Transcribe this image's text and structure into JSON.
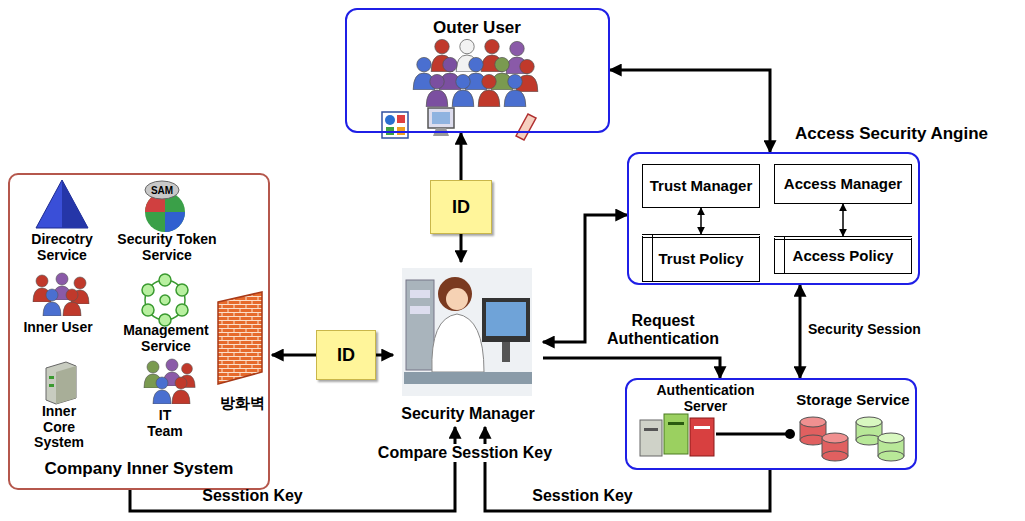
{
  "diagram": {
    "nodes": [
      {
        "text": [
          "Outer User"
        ]
      },
      {
        "text": [
          "Access Security Angine"
        ]
      },
      {
        "text": [
          "Trust Manager"
        ],
        "in": 1
      },
      {
        "text": [
          "Access Manager"
        ],
        "in": 1
      },
      {
        "text": [
          "Trust Policy"
        ],
        "in": 1
      },
      {
        "text": [
          "Access Policy"
        ],
        "in": 1
      },
      {
        "text": [
          "Company Inner System"
        ]
      },
      {
        "text": [
          "방화벽"
        ],
        "in": 6
      },
      {
        "text": [
          "ID"
        ]
      },
      {
        "text": [
          "ID"
        ]
      },
      {
        "text": [
          "Security Manager"
        ]
      },
      {
        "text": [
          "Authentication Server",
          "Storage Service"
        ]
      }
    ],
    "edges": [
      {
        "from": 8,
        "to": 0,
        "arrow": "to"
      },
      {
        "from": 8,
        "to": 10,
        "arrow": "to"
      },
      {
        "from": 9,
        "to": 7,
        "arrow": "to"
      },
      {
        "from": 9,
        "to": 10,
        "arrow": "to"
      },
      {
        "from": 10,
        "to": 1,
        "arrow": "both"
      },
      {
        "from": 0,
        "to": 1,
        "arrow": "both"
      },
      {
        "from": 2,
        "to": 4,
        "arrow": "both"
      },
      {
        "from": 3,
        "to": 5,
        "arrow": "both"
      },
      {
        "from": 10,
        "to": 11,
        "label": "Request Authentication",
        "arrow": "to"
      },
      {
        "from": 1,
        "to": 11,
        "label": "Security Session",
        "arrow": "both"
      },
      {
        "from": 6,
        "to": 10,
        "label": "Sesstion Key",
        "arrow": "to"
      },
      {
        "from": 11,
        "to": 10,
        "label": "Sesstion Key",
        "arrow": "to"
      }
    ],
    "labels": [
      "Direcotry Service",
      "SAM",
      "Security Token Service",
      "Inner User",
      "Management Service",
      "Inner Core System",
      "IT Team",
      "Compare Sesstion Key"
    ]
  }
}
